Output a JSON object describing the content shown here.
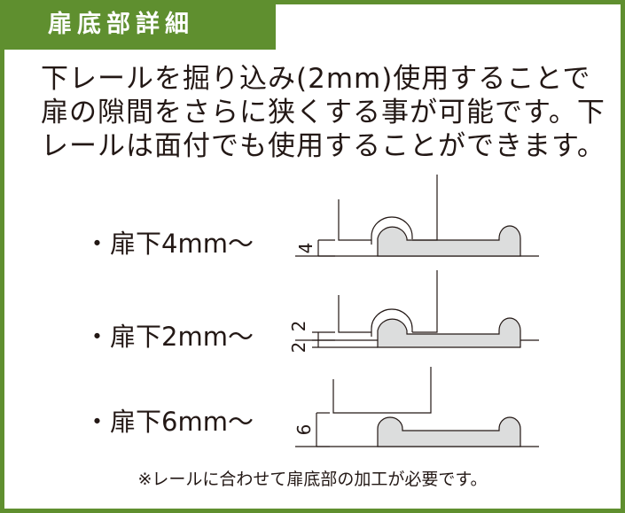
{
  "title": "扉底部詳細",
  "description": {
    "line1": "下レールを掘り込み(2mm)使用することで",
    "line2": "扉の隙間をさらに狭くする事が可能です。下",
    "line3": "レールは面付でも使用することができます。"
  },
  "items": [
    {
      "label": "・扉下4mm～",
      "dims": [
        "4"
      ]
    },
    {
      "label": "・扉下2mm～",
      "dims": [
        "2",
        "2"
      ]
    },
    {
      "label": "・扉下6mm～",
      "dims": [
        "6"
      ]
    }
  ],
  "note": "※レールに合わせて扉底部の加工が必要です。",
  "colors": {
    "border": "#5f8f2f",
    "rail_fill": "#dcdddd",
    "line": "#231815"
  }
}
